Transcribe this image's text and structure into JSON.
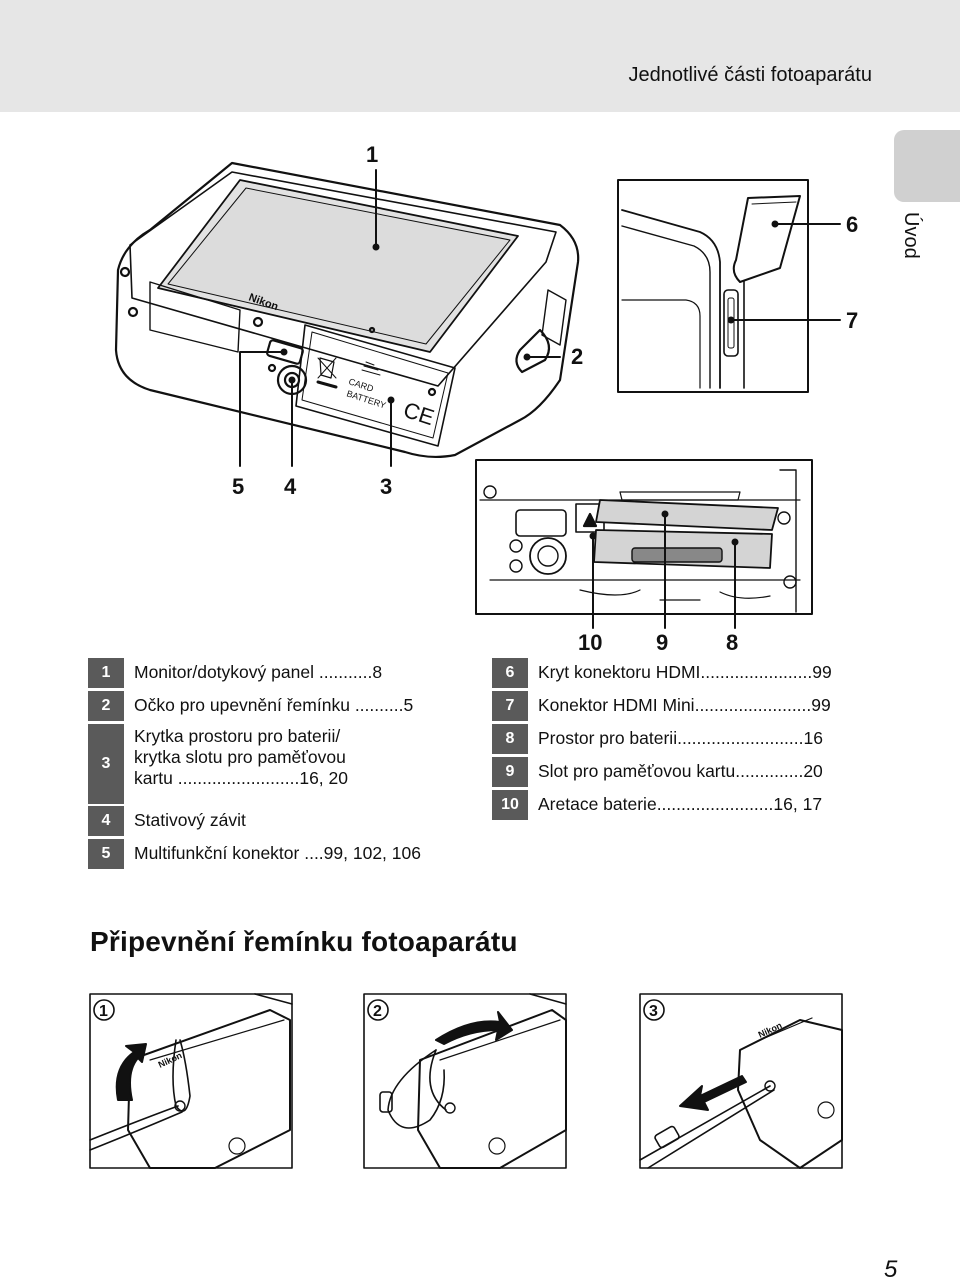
{
  "header": {
    "title": "Jednotlivé části fotoaparátu"
  },
  "side_tab": {
    "label": "Úvod"
  },
  "figure_labels": {
    "l1": "1",
    "l2": "2",
    "l3": "3",
    "l4": "4",
    "l5": "5",
    "l6": "6",
    "l7": "7",
    "l8": "8",
    "l9": "9",
    "l10": "10"
  },
  "camera_text": {
    "card": "CARD",
    "battery": "BATTERY",
    "brand": "Nikon",
    "ce": "CE"
  },
  "legend_left": [
    {
      "num": "1",
      "text": "Monitor/dotykový panel ",
      "dots": "...........",
      "page": "8"
    },
    {
      "num": "2",
      "text": "Očko pro upevnění řemínku ",
      "dots": "..........",
      "page": "5"
    },
    {
      "num": "3",
      "line1": "Krytka prostoru pro baterii/",
      "line2": "krytka slotu pro paměťovou",
      "line3": "kartu ",
      "dots": ".........................",
      "page": "16, 20"
    },
    {
      "num": "4",
      "text": "Stativový závit"
    },
    {
      "num": "5",
      "text": "Multifunkční konektor ",
      "dots": "....",
      "page": "99, 102, 106"
    }
  ],
  "legend_right": [
    {
      "num": "6",
      "text": "Kryt konektoru HDMI",
      "dots": ".......................",
      "page": "99"
    },
    {
      "num": "7",
      "text": "Konektor HDMI Mini",
      "dots": "........................",
      "page": "99"
    },
    {
      "num": "8",
      "text": "Prostor pro baterii",
      "dots": "..........................",
      "page": "16"
    },
    {
      "num": "9",
      "text": "Slot pro paměťovou kartu",
      "dots": "..............",
      "page": "20"
    },
    {
      "num": "10",
      "text": "Aretace baterie",
      "dots": "........................",
      "page": "16, 17"
    }
  ],
  "section": {
    "title": "Připevnění řemínku fotoaparátu"
  },
  "steps": [
    "1",
    "2",
    "3"
  ],
  "page_number": "5"
}
